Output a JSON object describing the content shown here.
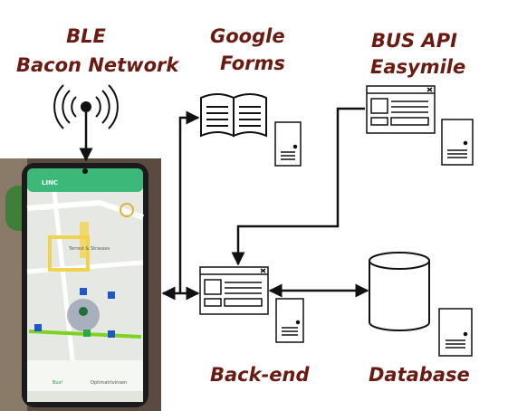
{
  "labels": {
    "ble_line1": "BLE",
    "ble_line2": "Bacon  Network",
    "google_line1": "Google",
    "google_line2": "Forms",
    "bus_line1": "BUS  API",
    "bus_line2": "Easymile",
    "backend": "Back-end",
    "database": "Database"
  },
  "phone": {
    "app_title": "LINC",
    "nav_left": "Bus!",
    "nav_right": "Optimatrivinsen",
    "map_label": "Terrest & Strasses"
  },
  "colors": {
    "label_text": "#6b1a12",
    "line": "#111111",
    "app_bar": "#3cb878",
    "route_line": "#7ed321",
    "building_fill": "#f2d34e"
  },
  "icons": [
    "antenna-icon",
    "book-icon",
    "window-icon",
    "server-icon",
    "database-cylinder-icon"
  ]
}
